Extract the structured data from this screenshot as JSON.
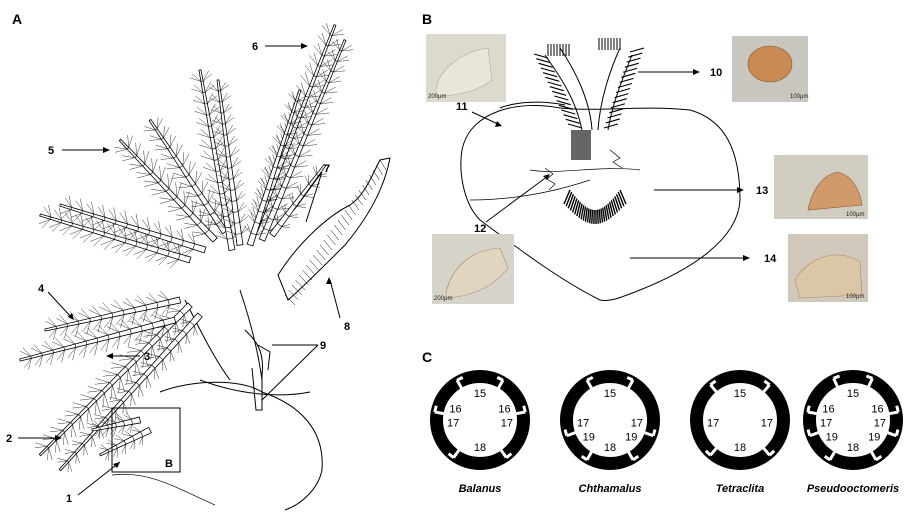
{
  "panels": {
    "a": "A",
    "b": "B",
    "c": "C"
  },
  "panel_a": {
    "labels": [
      "1",
      "2",
      "3",
      "4",
      "5",
      "6",
      "7",
      "8",
      "9"
    ],
    "inset_label": "B"
  },
  "panel_b": {
    "labels": [
      "10",
      "11",
      "12",
      "13",
      "14"
    ],
    "scale_bars": [
      "200µm",
      "100µm",
      "100µm",
      "200µm",
      "100µm"
    ]
  },
  "panel_c": {
    "genera": [
      {
        "name": "Balanus",
        "plates": [
          "15",
          "16",
          "16",
          "17",
          "17",
          "18"
        ]
      },
      {
        "name": "Chthamalus",
        "plates": [
          "15",
          "17",
          "17",
          "19",
          "19",
          "18"
        ]
      },
      {
        "name": "Tetraclita",
        "plates": [
          "15",
          "17",
          "17",
          "18"
        ]
      },
      {
        "name": "Pseudooctomeris",
        "plates": [
          "15",
          "16",
          "16",
          "17",
          "17",
          "19",
          "19",
          "18"
        ]
      }
    ]
  }
}
